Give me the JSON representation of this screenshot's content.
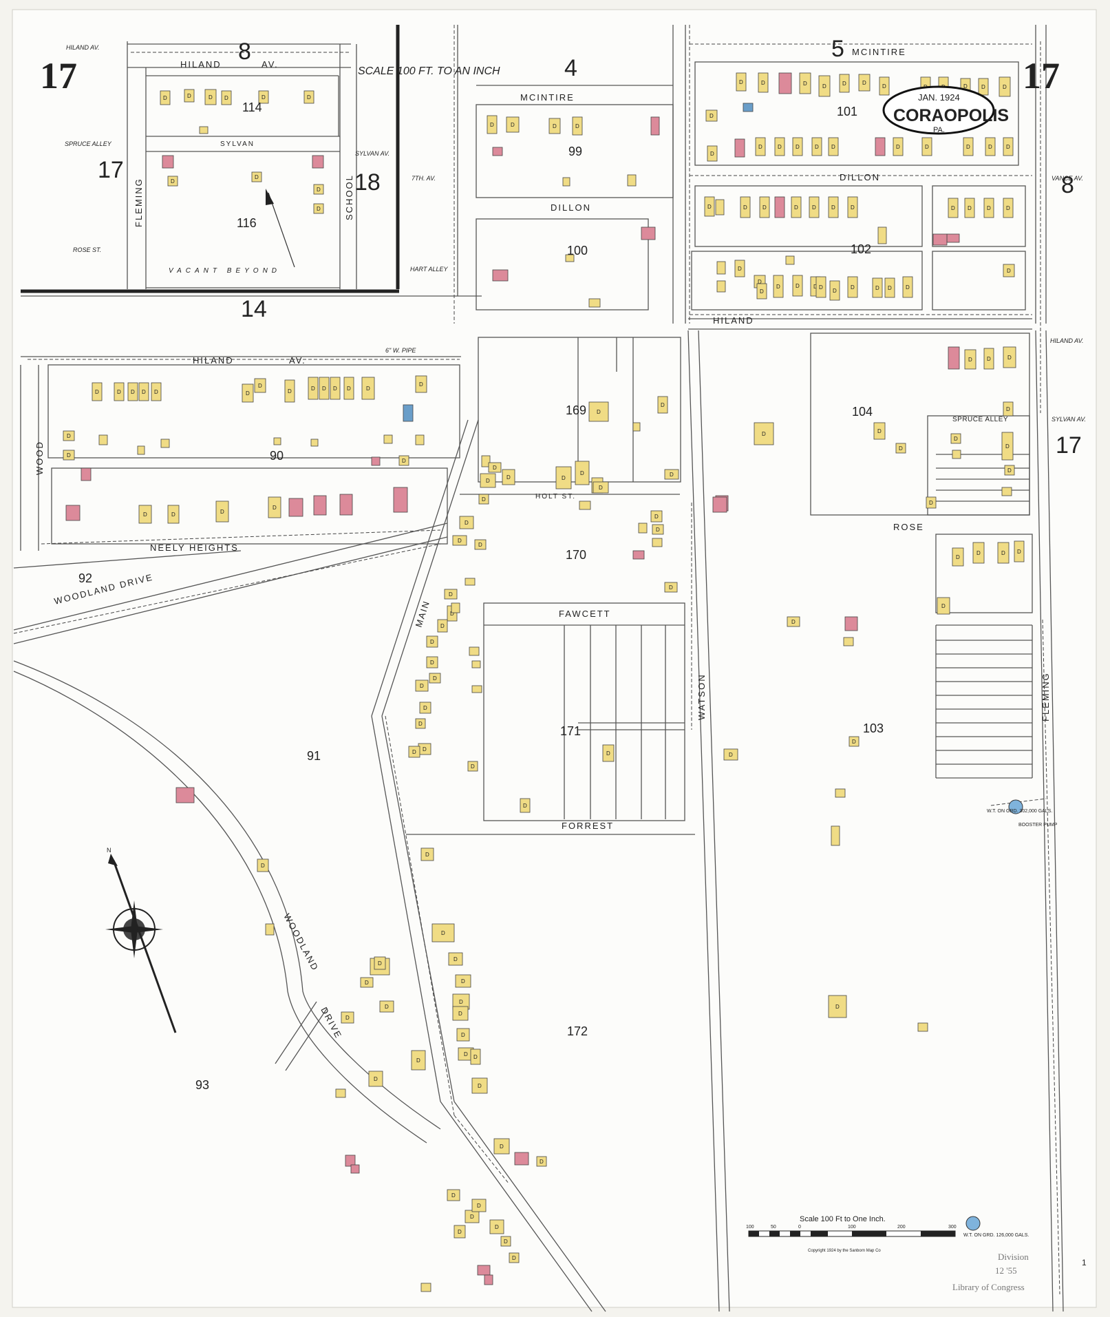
{
  "page_numbers": {
    "left": "17",
    "right": "17"
  },
  "cartouche": {
    "date": "JAN. 1924",
    "city": "CORAOPOLIS",
    "state": "PA."
  },
  "scale_note_top": "SCALE 100 FT. TO AN INCH",
  "scale_bar": {
    "title": "Scale 100 Ft to One Inch.",
    "ticks": [
      "100",
      "50",
      "0",
      "100",
      "200",
      "300"
    ]
  },
  "copyright": "Copyright 1924 by the Sanborn Map Co",
  "sheet_refs": [
    "8",
    "4",
    "5",
    "17",
    "18",
    "14",
    "17",
    "8"
  ],
  "streets": {
    "hiland_av": "HILAND",
    "av_short": "AV.",
    "sylvan_av": "SYLVAN",
    "spruce_alley": "SPRUCE ALLEY",
    "sylvan_av_side": "SYLVAN AV.",
    "rose_st": "ROSE ST.",
    "seventh_av": "7TH. AV.",
    "hart_alley": "HART ALLEY",
    "fleming": "FLEMING",
    "school": "SCHOOL",
    "mcintire": "MCINTIRE",
    "dillon": "DILLON",
    "neely_heights": "NEELY HEIGHTS",
    "woodland_drive": "WOODLAND DRIVE",
    "wood": "WOOD",
    "main": "MAIN",
    "holt_st": "HOLT ST.",
    "fawcett": "FAWCETT",
    "forrest": "FORREST",
    "watson": "WATSON",
    "rose": "ROSE",
    "fleming_right": "FLEMING",
    "spruce_alley_right": "SPRUCE ALLEY",
    "woodland": "WOODLAND",
    "drive": "DRIVE",
    "vacant_beyond": "VACANT BEYOND",
    "hiland_av_top_left": "HILAND AV.",
    "hiland_av_right": "HILAND AV.",
    "vance_av": "VANCE AV.",
    "sylvan_av_right": "SYLVAN AV.",
    "pipe": "6\" W. PIPE"
  },
  "blocks": [
    "114",
    "116",
    "99",
    "100",
    "101",
    "102",
    "90",
    "92",
    "169",
    "170",
    "171",
    "91",
    "93",
    "104",
    "103",
    "172"
  ],
  "facilities": {
    "water_tank": "W.T. ON GRD. 302,000 GALS.",
    "booster_pump": "BOOSTER PUMP",
    "water_tank_2": "W.T. ON GRD. 126,000 GALS."
  },
  "archive_stamp": {
    "line1": "Division",
    "line2": "12 '55",
    "line3": "Library of Congress",
    "corner": "1"
  },
  "colors": {
    "dwelling": "#f0dc85",
    "brick": "#dc8a9a",
    "tin_roof": "#6a9ec9",
    "line": "#333333",
    "paper": "#f4f3ee"
  },
  "icons": [
    "compass-rose-icon",
    "north-arrow-icon"
  ]
}
